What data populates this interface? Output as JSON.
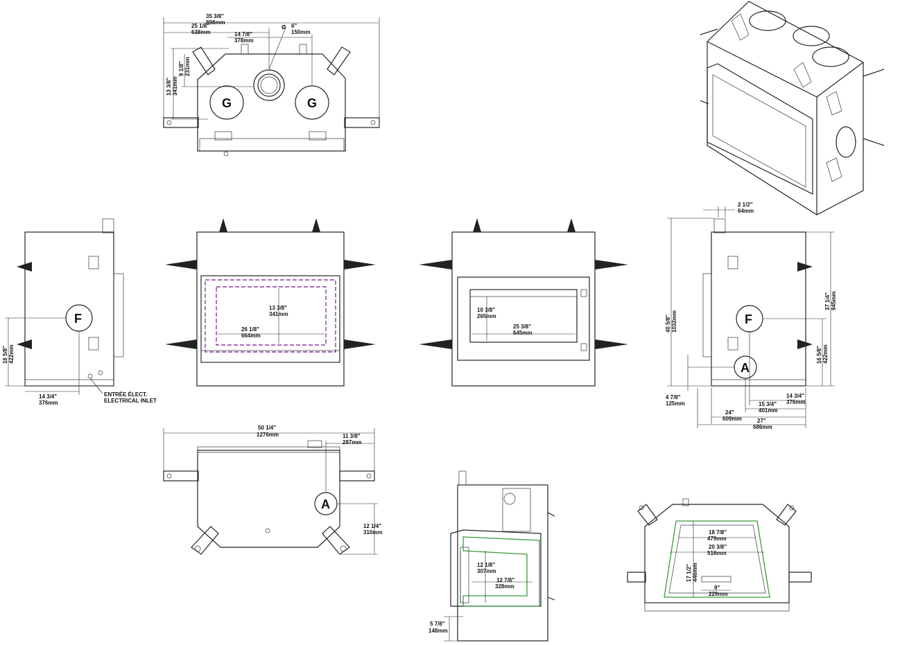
{
  "labels": {
    "gas_left": "G",
    "gas_right": "G",
    "fresh_left": "F",
    "fresh_right": "F",
    "access_right": "A",
    "access_bottom": "A"
  },
  "top_view": {
    "overall_in": "35 3/8\"",
    "overall_mm": "898mm",
    "left_in": "25 1/8\"",
    "left_mm": "638mm",
    "center_in": "14 7/8\"",
    "center_mm": "378mm",
    "vent_diam_in": "6\"",
    "vent_diam_mm": "150mm",
    "diam_symbol": "Ø",
    "depth_in": "13 3/8\"",
    "depth_mm": "341mm",
    "vent_depth_in": "9 1/8\"",
    "vent_depth_mm": "231mm"
  },
  "left_side": {
    "height_in": "16 5/8\"",
    "height_mm": "422mm",
    "width_in": "14 3/4\"",
    "width_mm": "376mm",
    "inlet_fr": "ENTRÉE ÉLECT.",
    "inlet_en": "ELECTRICAL INLET"
  },
  "front_view": {
    "open_h_in": "13 3/8\"",
    "open_h_mm": "341mm",
    "open_w_in": "26 1/8\"",
    "open_w_mm": "664mm"
  },
  "back_view": {
    "open_h_in": "10 3/8\"",
    "open_h_mm": "265mm",
    "open_w_in": "25 3/8\"",
    "open_w_mm": "645mm"
  },
  "right_side": {
    "collar_in": "2 1/2\"",
    "collar_mm": "64mm",
    "total_h_in": "40 5/8\"",
    "total_h_mm": "1032mm",
    "body_h_in": "37 1/4\"",
    "body_h_mm": "945mm",
    "f_h_in": "16 5/8\"",
    "f_h_mm": "422mm",
    "base_in": "4 7/8\"",
    "base_mm": "125mm",
    "a_in": "14 3/4\"",
    "a_mm": "376mm",
    "b_in": "15 3/4\"",
    "b_mm": "401mm",
    "c_in": "24\"",
    "c_mm": "609mm",
    "d_in": "27\"",
    "d_mm": "686mm"
  },
  "bottom_view": {
    "overall_in": "50 1/4\"",
    "overall_mm": "1276mm",
    "offset_in": "11 3/8\"",
    "offset_mm": "287mm",
    "depth_in": "12 1/4\"",
    "depth_mm": "310mm"
  },
  "section_view": {
    "h_in": "12 1/8\"",
    "h_mm": "307mm",
    "w_in": "12 7/8\"",
    "w_mm": "328mm",
    "base_in": "5 7/8\"",
    "base_mm": "148mm"
  },
  "firebox_plan": {
    "back_in": "18 7/8\"",
    "back_mm": "479mm",
    "front_in": "20 3/8\"",
    "front_mm": "516mm",
    "depth_in": "17 1/2\"",
    "depth_mm": "446mm",
    "burner_in": "9\"",
    "burner_mm": "229mm"
  }
}
